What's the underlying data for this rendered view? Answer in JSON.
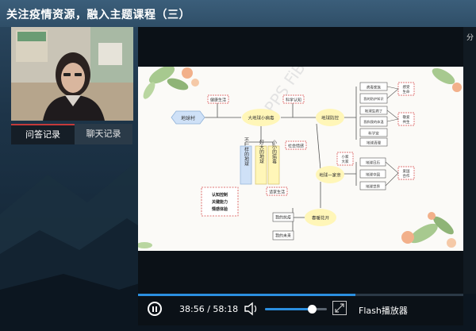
{
  "window": {
    "title": "关注疫情资源，融入主题课程（三）"
  },
  "tabs": [
    {
      "label": "问答记录",
      "active": true
    },
    {
      "label": "聊天记录",
      "active": false
    }
  ],
  "right_edge": {
    "label": "分"
  },
  "slide": {
    "watermark": "PPS FiBI",
    "nodes": {
      "center_left": "地球村",
      "tag_top_left": "健康生活",
      "n1": "大地球小病毒",
      "tag_top_mid": "科学认知",
      "n2": "地球防控",
      "n3": "社会情感",
      "vert1": "不一样的地球",
      "vert2": "好大的地球",
      "vert3": "小小的病毒",
      "dash_box": "认知控制\n关键能力\n情感体验",
      "n4": "地球一家亲",
      "n5": "请家生活",
      "n6": "春暖花开",
      "b1": "我的抗疫",
      "b2": "我的未来",
      "tag_small": "小家\n大家",
      "r1": "病毒家族",
      "r2": "我的防护知识",
      "r3": "地球生病了",
      "r4": "我和我的体温",
      "r5": "科学宣",
      "r6": "地球清理",
      "m1": "地球日历",
      "m2": "地球中国",
      "m3": "地球世界",
      "side1": "感受\n生命",
      "side2": "敬爱\n共生",
      "side3": "爱国\n合作"
    }
  },
  "player": {
    "current_time": "38:56",
    "total_time": "58:18",
    "progress_fraction": 0.668,
    "volume_fraction": 0.76,
    "flash_label": "Flash播放器"
  },
  "colors": {
    "accent": "#2b8fe0",
    "tab_indicator": "#c43a3a",
    "node_blue": "#cfe1f7",
    "node_yellow": "#fff6b8",
    "tag_red": "#d64b4b"
  }
}
